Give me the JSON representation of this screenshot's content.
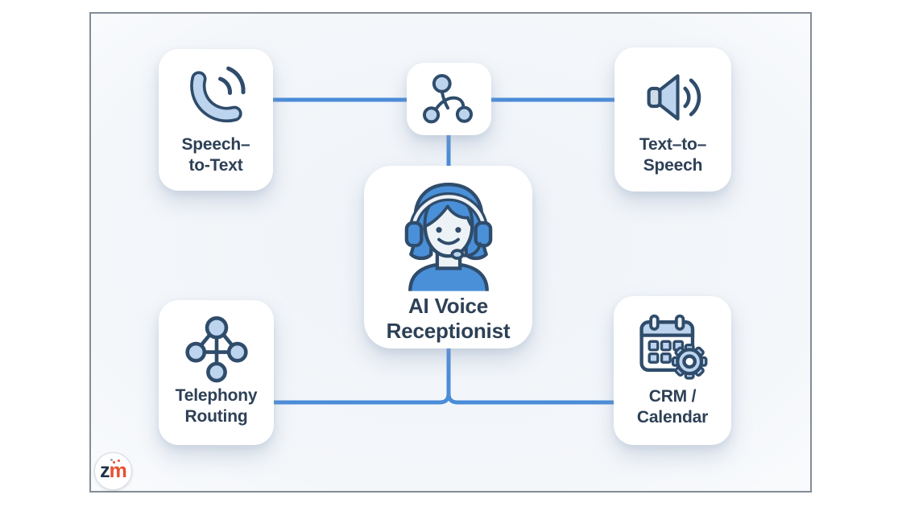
{
  "title_card": {
    "line1": "AI Voice",
    "line2": "Receptionist"
  },
  "cards": {
    "speech_to_text": {
      "line1": "Speech–",
      "line2": "to-Text",
      "icon": "phone-icon"
    },
    "hub": {
      "icon": "branch-node-icon"
    },
    "text_to_speech": {
      "line1": "Text–to–",
      "line2": "Speech",
      "icon": "speaker-icon"
    },
    "telephony_routing": {
      "line1": "Telephony",
      "line2": "Routing",
      "icon": "network-nodes-icon"
    },
    "crm_calendar": {
      "line1": "CRM /",
      "line2": "Calendar",
      "icon": "calendar-gear-icon"
    }
  },
  "logo": {
    "z": "z",
    "m": "m"
  },
  "colors": {
    "connector_blue": "#4a8cd8",
    "outline_navy": "#2f4c6b",
    "icon_fill_light_blue": "#bdd4ee",
    "icon_fill_soft": "#cfdbe8",
    "avatar_blue": "#4a90d9",
    "face_light": "#edf2f7",
    "label_text": "#2d4056",
    "card_bg": "#ffffff",
    "frame_border": "#848c96",
    "logo_z_navy": "#223049",
    "logo_m_orange": "#e8502e"
  }
}
